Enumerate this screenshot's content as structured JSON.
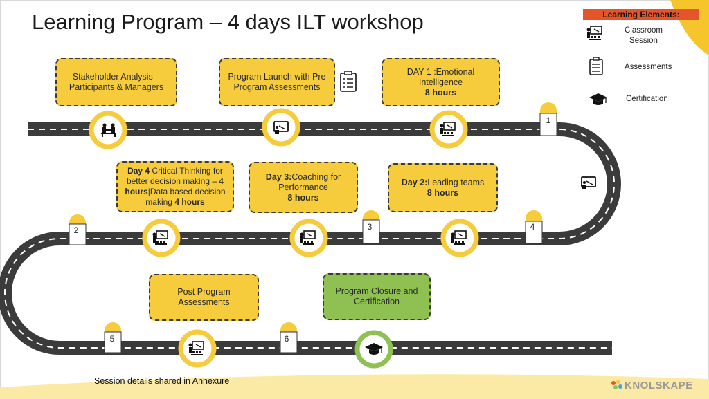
{
  "title": "Learning Program – 4 days ILT workshop",
  "legend": {
    "header": "Learning Elements:",
    "items": [
      {
        "icon": "classroom-session-icon",
        "label_line1": "Classroom",
        "label_line2": "Session"
      },
      {
        "icon": "assessment-clipboard-icon",
        "label_line1": "Assessments"
      },
      {
        "icon": "graduation-cap-icon",
        "label_line1": "Certification"
      }
    ]
  },
  "boxes": {
    "stakeholder": {
      "line1": "Stakeholder Analysis –",
      "line2": "Participants & Managers"
    },
    "launch": {
      "line1": "Program Launch with Pre",
      "line2": "Program Assessments"
    },
    "day1": {
      "prefix": "DAY 1",
      "rest": " :Emotional",
      "line2": "Intelligence",
      "line3": "8 hours"
    },
    "day2": {
      "prefix": "Day 2:",
      "rest": "Leading teams",
      "line2": "8 hours"
    },
    "day3": {
      "prefix": "Day 3:",
      "rest": "Coaching for",
      "line2": "Performance",
      "line3": "8 hours"
    },
    "day4": {
      "prefix": "Day 4",
      "rest": " Critical Thinking for",
      "line2": "better decision making  – 4",
      "line3_b": "hours",
      "line3_rest": "|Data based decision",
      "line4": "making ",
      "line4_b": "4 hours"
    },
    "post": {
      "line1": "Post Program",
      "line2": "Assessments"
    },
    "closure": {
      "line1": "Program Closure and",
      "line2": "Certification"
    }
  },
  "milestones": [
    "1",
    "2",
    "3",
    "4",
    "5",
    "6"
  ],
  "footer": "Session details shared in Annexure",
  "logo": "KNOLSKAPE",
  "colors": {
    "yellow": "#f6cc3c",
    "green": "#8fc152",
    "road": "#3b3b3b",
    "legend_header": "#e4552c"
  }
}
